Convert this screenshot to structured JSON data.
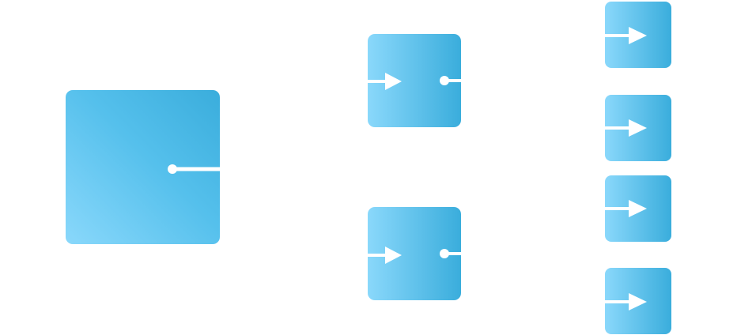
{
  "diagram": {
    "palette": {
      "gradient_light": "#8ad8fb",
      "gradient_mid": "#55c0ec",
      "gradient_dark": "#3aaddc",
      "connector": "#ffffff"
    },
    "nodes": [
      {
        "id": "root",
        "tier": 1,
        "ports": [
          "output-dot"
        ]
      },
      {
        "id": "mid-top",
        "tier": 2,
        "ports": [
          "input-arrow",
          "output-dot"
        ]
      },
      {
        "id": "mid-bottom",
        "tier": 2,
        "ports": [
          "input-arrow",
          "output-dot"
        ]
      },
      {
        "id": "leaf-1",
        "tier": 3,
        "ports": [
          "input-arrow"
        ]
      },
      {
        "id": "leaf-2",
        "tier": 3,
        "ports": [
          "input-arrow"
        ]
      },
      {
        "id": "leaf-3",
        "tier": 3,
        "ports": [
          "input-arrow"
        ]
      },
      {
        "id": "leaf-4",
        "tier": 3,
        "ports": [
          "input-arrow"
        ]
      }
    ],
    "edges": [
      {
        "from": "root",
        "to": "mid-top"
      },
      {
        "from": "root",
        "to": "mid-bottom"
      },
      {
        "from": "mid-top",
        "to": "leaf-1"
      },
      {
        "from": "mid-top",
        "to": "leaf-2"
      },
      {
        "from": "mid-bottom",
        "to": "leaf-3"
      },
      {
        "from": "mid-bottom",
        "to": "leaf-4"
      }
    ]
  }
}
